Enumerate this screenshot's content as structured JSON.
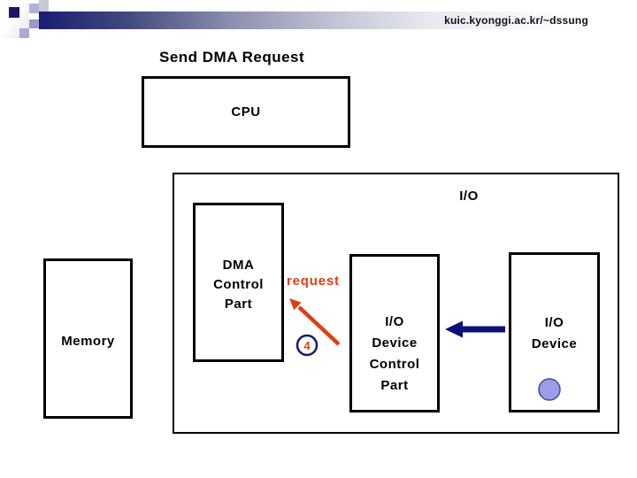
{
  "header": {
    "site_url": "kuic.kyonggi.ac.kr/~dssung"
  },
  "slide": {
    "title": "Send DMA Request",
    "boxes": {
      "cpu": {
        "label": "CPU"
      },
      "memory": {
        "label": "Memory"
      },
      "io_outer": {
        "label": "I/O"
      },
      "dma_control": {
        "label": "DMA\nControl\nPart"
      },
      "io_device_control": {
        "label": "I/O\nDevice\nControl\nPart"
      },
      "io_device": {
        "label": "I/O\nDevice"
      }
    },
    "annotations": {
      "request_label": "request",
      "step_number": "4"
    },
    "colors": {
      "accent_orange": "#dc3f14",
      "badge_ring_navy": "#191970",
      "arrow_blue": "#0d1078",
      "device_dot_fill": "#9c9ce8",
      "device_dot_stroke": "#4747a3",
      "header_bar_navy": "#1b1b73"
    }
  }
}
